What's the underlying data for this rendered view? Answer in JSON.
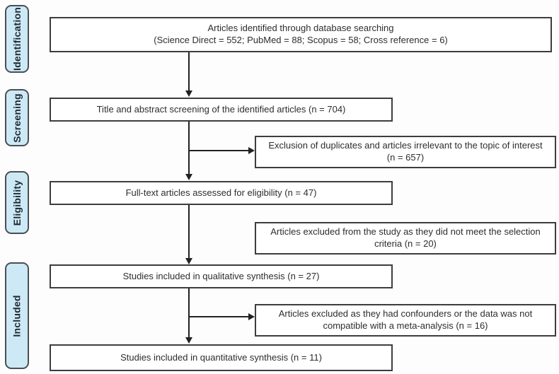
{
  "diagram": {
    "type": "prisma-flow",
    "colors": {
      "stage_fill": "#cde9f5",
      "stage_border": "#4a4f54",
      "box_border": "#3d3d3d",
      "text": "#2d2d2d",
      "arrow": "#222222"
    },
    "stages": [
      {
        "label": "Identification"
      },
      {
        "label": "Screening"
      },
      {
        "label": "Eligibility"
      },
      {
        "label": "Included"
      }
    ],
    "main_boxes": [
      {
        "line1": "Articles identified through database searching",
        "line2": "(Science Direct = 552; PubMed = 88; Scopus = 58; Cross reference = 6)"
      },
      {
        "text": "Title and abstract screening of the identified articles (n = 704)"
      },
      {
        "text": "Full-text articles assessed for eligibility (n = 47)"
      },
      {
        "text": "Studies included in qualitative synthesis (n = 27)"
      },
      {
        "text": "Studies included in quantitative synthesis (n = 11)"
      }
    ],
    "exclusion_boxes": [
      {
        "text": "Exclusion of duplicates and articles irrelevant to the topic of interest (n = 657)"
      },
      {
        "text": "Articles excluded from the study as they did not meet the selection criteria (n = 20)"
      },
      {
        "text": "Articles excluded as they had confounders or the data was not compatible with a meta-analysis (n = 16)"
      }
    ]
  }
}
